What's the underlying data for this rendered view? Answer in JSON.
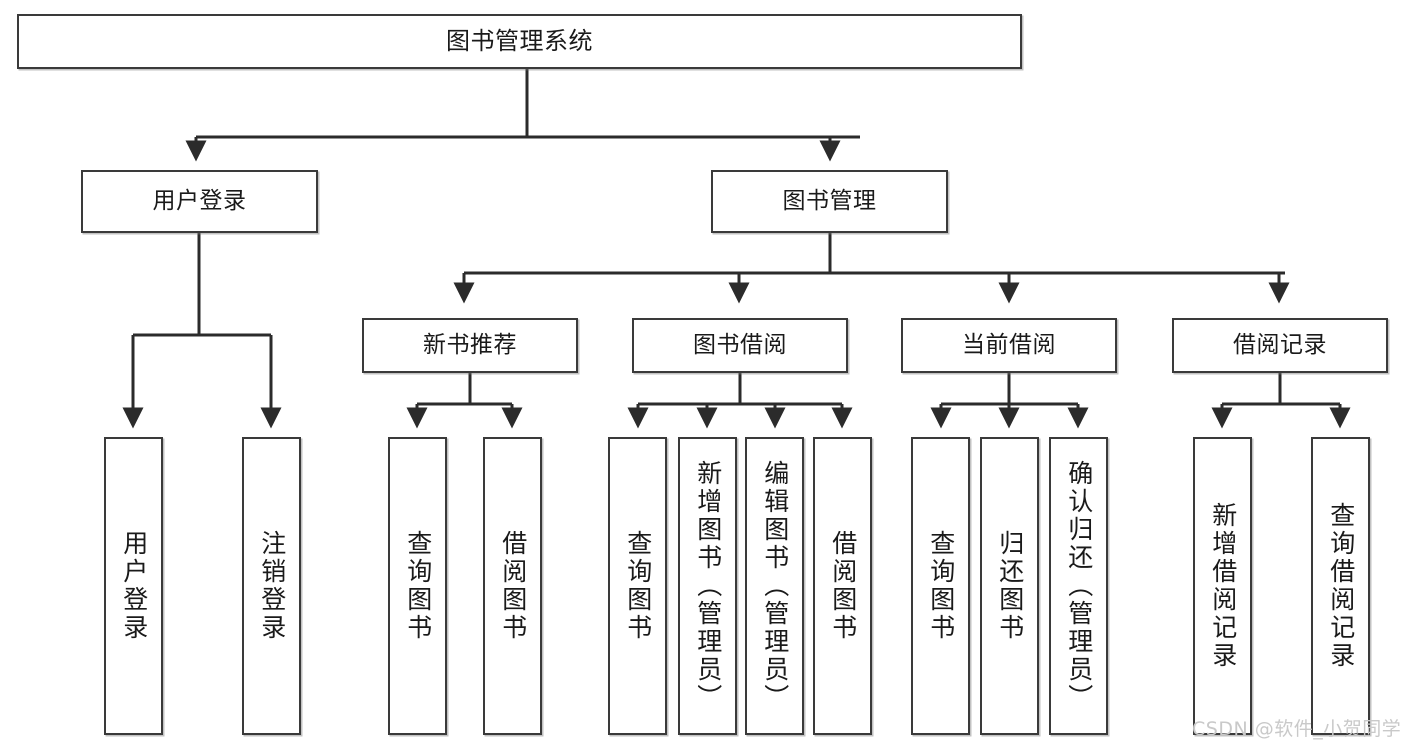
{
  "diagram": {
    "type": "tree-hierarchy-chart",
    "title": "图书管理系统",
    "watermark": "CSDN @软件_小贺同学",
    "colors": {
      "box_border": "#3a3a3a",
      "box_fill": "#ffffff",
      "edge": "#2b2b2b",
      "text": "#1a1a1a",
      "watermark": "#c9c9c9",
      "background": "#ffffff"
    },
    "nodes": {
      "root": {
        "label": "图书管理系统"
      },
      "level2": [
        {
          "id": "user-login",
          "label": "用户登录"
        },
        {
          "id": "book-manage",
          "label": "图书管理"
        }
      ],
      "level3": [
        {
          "id": "new-book-recommend",
          "label": "新书推荐"
        },
        {
          "id": "book-borrow",
          "label": "图书借阅"
        },
        {
          "id": "current-borrow",
          "label": "当前借阅"
        },
        {
          "id": "borrow-record",
          "label": "借阅记录"
        }
      ],
      "leaves": [
        {
          "id": "leaf-user-login",
          "label": "用户登录",
          "parent": "user-login"
        },
        {
          "id": "leaf-logout-login",
          "label": "注销登录",
          "parent": "user-login"
        },
        {
          "id": "leaf-query-book-1",
          "label": "查询图书",
          "parent": "new-book-recommend"
        },
        {
          "id": "leaf-borrow-book-1",
          "label": "借阅图书",
          "parent": "new-book-recommend"
        },
        {
          "id": "leaf-query-book-2",
          "label": "查询图书",
          "parent": "book-borrow"
        },
        {
          "id": "leaf-add-book",
          "label": "新增图书（管理员）",
          "parent": "book-borrow"
        },
        {
          "id": "leaf-edit-book",
          "label": "编辑图书（管理员）",
          "parent": "book-borrow"
        },
        {
          "id": "leaf-borrow-book-2",
          "label": "借阅图书",
          "parent": "book-borrow"
        },
        {
          "id": "leaf-query-book-3",
          "label": "查询图书",
          "parent": "current-borrow"
        },
        {
          "id": "leaf-return-book",
          "label": "归还图书",
          "parent": "current-borrow"
        },
        {
          "id": "leaf-confirm-return",
          "label": "确认归还（管理员）",
          "parent": "current-borrow"
        },
        {
          "id": "leaf-add-record",
          "label": "新增借阅记录",
          "parent": "borrow-record"
        },
        {
          "id": "leaf-query-record",
          "label": "查询借阅记录",
          "parent": "borrow-record"
        }
      ]
    }
  }
}
